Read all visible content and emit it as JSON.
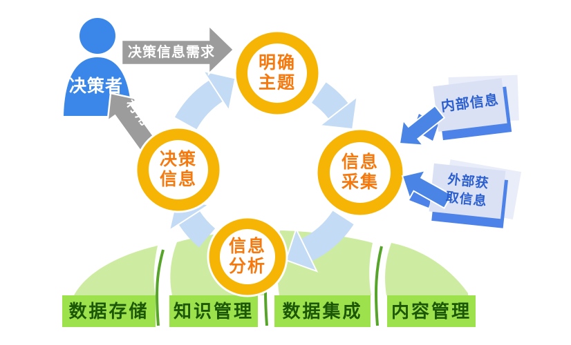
{
  "palette": {
    "person_blue": "#3B87E9",
    "flow_gray": "#9C9C9C",
    "ring_yellow": "#F6B405",
    "circle_text_orange": "#F4790F",
    "cycle_blue": "#C3DBF4",
    "source_card_fill": "#DBE1F5",
    "source_card_page": "#E9EDFA",
    "source_card_edge": "#4D82E9",
    "source_text_blue": "#2B5FD0",
    "source_arrow_blue": "#4A85E6",
    "foundation_band_green": "#9DE14C",
    "foundation_slope_green": "#CDECA1",
    "foundation_gap_green": "#57A42B",
    "foundation_text_green": "#1C5607"
  },
  "actor": {
    "label": "决策者"
  },
  "flows": {
    "demand_label": "决策信息需求",
    "use_label": "利用"
  },
  "cycle_steps": [
    {
      "id": "define-topic",
      "label": "明确\n主题"
    },
    {
      "id": "collect-info",
      "label": "信息\n采集"
    },
    {
      "id": "analyze-info",
      "label": "信息\n分析"
    },
    {
      "id": "decision-info",
      "label": "决策\n信息"
    }
  ],
  "sources": [
    {
      "id": "internal",
      "label": "内部信息"
    },
    {
      "id": "external",
      "label": "外部获\n取信息"
    }
  ],
  "foundations": [
    {
      "label": "数据存储"
    },
    {
      "label": "知识管理"
    },
    {
      "label": "数据集成"
    },
    {
      "label": "内容管理"
    }
  ]
}
